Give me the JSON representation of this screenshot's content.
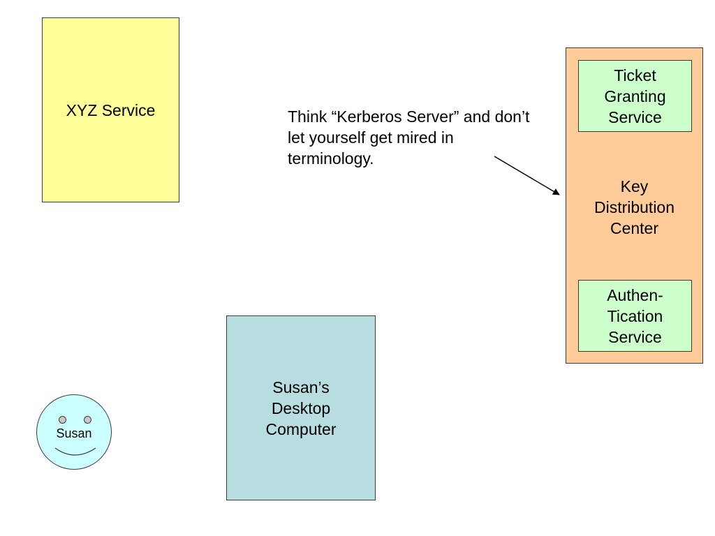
{
  "xyz_service": {
    "label": "XYZ Service"
  },
  "desktop": {
    "lines": [
      "Susan’s",
      "Desktop",
      "Computer"
    ]
  },
  "kdc": {
    "lines": [
      "Key",
      "Distribution",
      "Center"
    ],
    "ticket_granting_service": {
      "lines": [
        "Ticket",
        "Granting",
        "Service"
      ]
    },
    "authentication_service": {
      "lines": [
        "Authen-",
        "Tication",
        "Service"
      ]
    }
  },
  "note": {
    "text": "Think “Kerberos Server” and don’t let yourself get mired in terminology."
  },
  "user": {
    "name": "Susan"
  },
  "colors": {
    "xyz_service": "#ffff99",
    "desktop": "#b7dde1",
    "kdc": "#ffcc99",
    "inner_services": "#ccffcc",
    "smiley": "#ccffff"
  }
}
